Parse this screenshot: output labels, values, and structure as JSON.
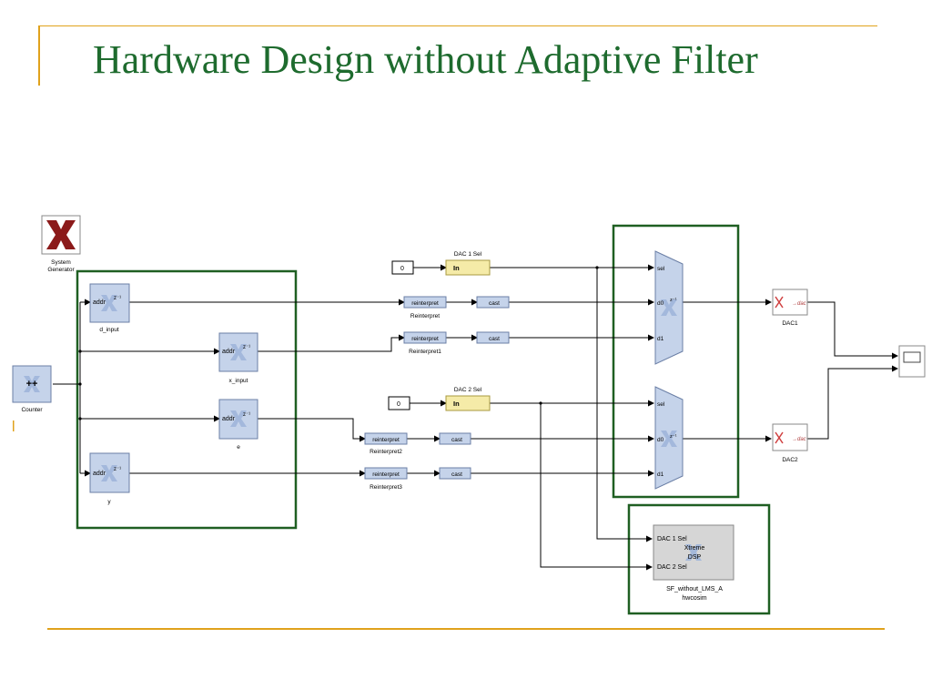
{
  "slide": {
    "title": "Hardware Design without Adaptive Filter"
  },
  "colors": {
    "title": "#1e6b2e",
    "accent_lines": "#e0a21c",
    "group_border": "#1f5f22",
    "block_fill": "#c5d3ea",
    "in_port_fill": "#f5eba8",
    "xilinx_logo": "#8b1a1a"
  },
  "diagram": {
    "system_generator": {
      "label_line1": "System",
      "label_line2": "Generator",
      "icon": "xilinx-logo-icon"
    },
    "counter": {
      "label": "Counter",
      "symbol": "++"
    },
    "rams": [
      {
        "id": "d_input",
        "label": "d_input",
        "port_text": "addr",
        "sup": "z⁻¹"
      },
      {
        "id": "x_input",
        "label": "x_input",
        "port_text": "addr",
        "sup": "z⁻¹"
      },
      {
        "id": "e",
        "label": "e",
        "port_text": "addr",
        "sup": "z⁻¹"
      },
      {
        "id": "y",
        "label": "y",
        "port_text": "addr",
        "sup": "z⁻¹"
      }
    ],
    "constants": [
      {
        "id": "const1",
        "value": "0"
      },
      {
        "id": "const2",
        "value": "0"
      }
    ],
    "gateway_ins": [
      {
        "id": "dac1sel",
        "title": "DAC 1 Sel",
        "text": "In"
      },
      {
        "id": "dac2sel",
        "title": "DAC 2 Sel",
        "text": "In"
      }
    ],
    "reinterprets": [
      {
        "id": "r0",
        "text": "reinterpret",
        "label": "Reinterpret"
      },
      {
        "id": "r1",
        "text": "reinterpret",
        "label": "Reinterpret1"
      },
      {
        "id": "r2",
        "text": "reinterpret",
        "label": "Reinterpret2"
      },
      {
        "id": "r3",
        "text": "reinterpret",
        "label": "Reinterpret3"
      }
    ],
    "casts": [
      {
        "id": "c0",
        "text": "cast"
      },
      {
        "id": "c1",
        "text": "cast"
      },
      {
        "id": "c2",
        "text": "cast"
      },
      {
        "id": "c3",
        "text": "cast"
      }
    ],
    "muxes": [
      {
        "id": "mux1",
        "port_sel": "sel",
        "port_d0": "d0",
        "port_d1": "d1",
        "sup": "z⁻¹"
      },
      {
        "id": "mux2",
        "port_sel": "sel",
        "port_d0": "d0",
        "port_d1": "d1",
        "sup": "z⁻¹"
      }
    ],
    "dacs": [
      {
        "id": "dac1",
        "label": "DAC1",
        "text": "→dac"
      },
      {
        "id": "dac2",
        "label": "DAC2",
        "text": "→dac"
      }
    ],
    "hwcosim": {
      "port1": "DAC 1 Sel",
      "port2": "DAC 2 Sel",
      "center_line1": "Xtreme",
      "center_line2": "DSP",
      "label_line1": "SF_without_LMS_A",
      "label_line2": "hwcosim"
    },
    "scope": {
      "icon": "scope-icon"
    }
  }
}
